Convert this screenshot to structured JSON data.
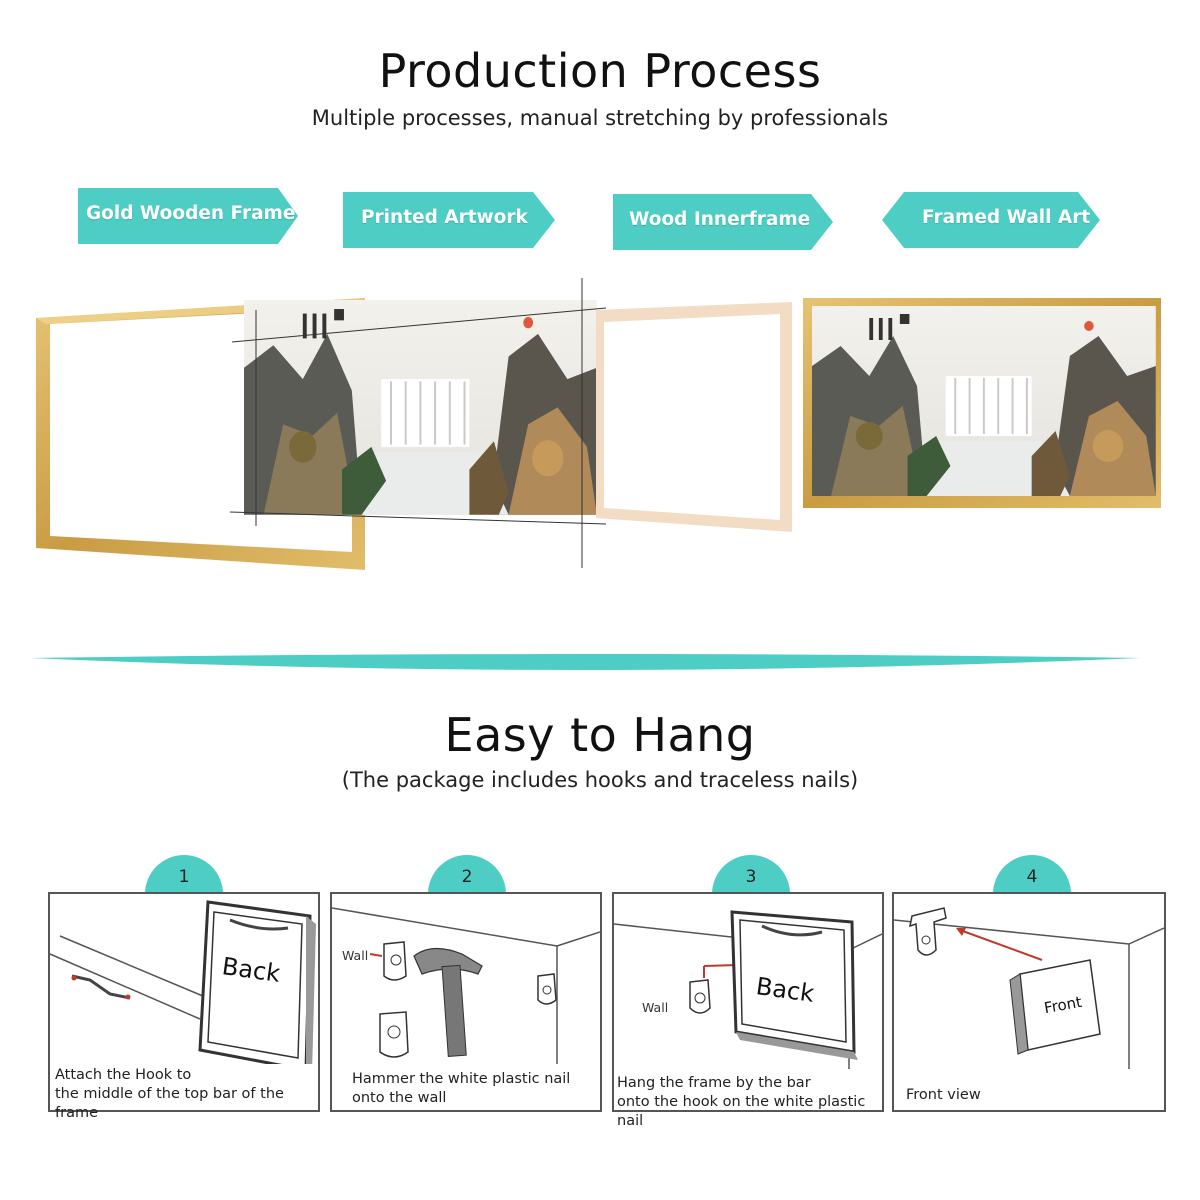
{
  "production": {
    "title": "Production Process",
    "subtitle": "Multiple processes, manual stretching by professionals",
    "steps": [
      {
        "label": "Gold Wooden Frame"
      },
      {
        "label": "Printed Artwork"
      },
      {
        "label": "Wood Innerframe"
      },
      {
        "label": "Framed Wall Art"
      }
    ]
  },
  "hang": {
    "title": "Easy to Hang",
    "subtitle": "(The package includes hooks and traceless nails)",
    "steps": [
      {
        "number": "1",
        "caption_line1": "Attach the Hook to",
        "caption_line2": "the middle of the top bar of the frame",
        "frame_text": "Back"
      },
      {
        "number": "2",
        "caption_line1": "Hammer the white plastic nail",
        "caption_line2": "onto the wall",
        "wall_label": "Wall"
      },
      {
        "number": "3",
        "caption_line1": "Hang the frame by the bar",
        "caption_line2": "onto the hook on the white plastic nail",
        "wall_label": "Wall",
        "frame_text": "Back"
      },
      {
        "number": "4",
        "caption_line1": "Front view",
        "frame_text": "Front"
      }
    ]
  },
  "colors": {
    "accent": "#4ecdc4",
    "gold": "#d4ad55",
    "inner_wood": "#f2dcc4"
  }
}
